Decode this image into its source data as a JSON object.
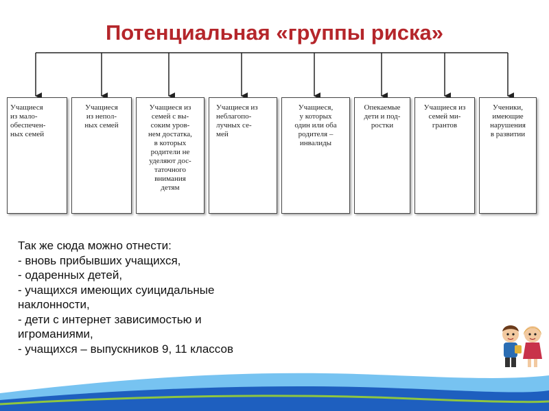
{
  "title": "Потенциальная «группы риска»",
  "categories": [
    "Учащиеся\nиз мало-\nобеспечен-\nных семей",
    "Учащиеся\nиз непол-\nных семей",
    "Учащиеся из\nсемей с вы-\nсоким уров-\nнем достатка,\nв которых\nродители не\nуделяют дос-\nтаточного\nвнимания\nдетям",
    "Учащиеся из\nнеблагопо-\nлучных се-\nмей",
    "Учащиеся,\nу которых\nодин или оба\nродителя –\nинвалиды",
    "Опекаемые\nдети и под-\nростки",
    "Учащиеся из\nсемей ми-\nгрантов",
    "Ученики,\nимеющие\nнарушения\nв развитии"
  ],
  "extra": {
    "heading": "Так же сюда можно отнести:",
    "items": [
      "- вновь прибывших учащихся,",
      "- одаренных детей,",
      "- учащихся имеющих суицидальные\nнаклонности,",
      "- дети с интернет зависимостью и\nигроманиями,",
      "- учащихся – выпускников 9, 11 классов"
    ]
  },
  "colors": {
    "title": "#b5262b",
    "wave_dark": "#1e5fbf",
    "wave_light": "#5fb8ef",
    "wave_green": "#8fc63f"
  },
  "decor": {
    "illustration": "two-cartoon-schoolchildren"
  }
}
